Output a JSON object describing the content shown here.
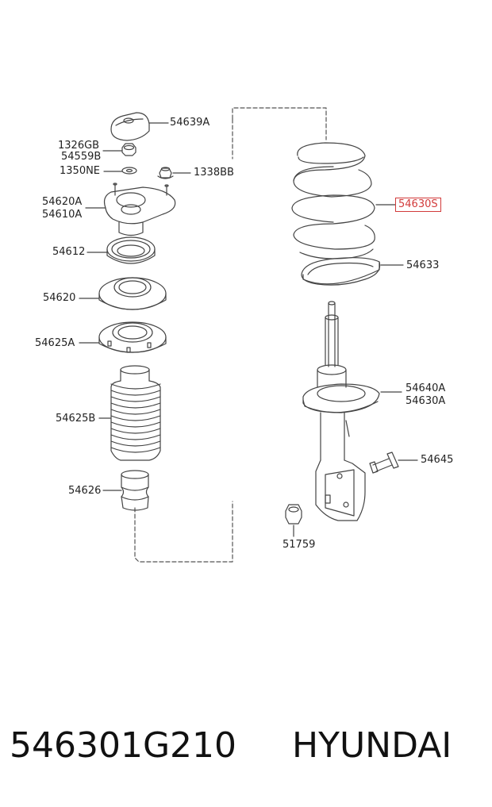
{
  "labels": {
    "l54639A": "54639A",
    "l1326GB": "1326GB",
    "l54559B": "54559B",
    "l1350NE": "1350NE",
    "l1338BB": "1338BB",
    "l54620A": "54620A",
    "l54610A": "54610A",
    "l54612": "54612",
    "l54620": "54620",
    "l54625A": "54625A",
    "l54625B": "54625B",
    "l54626": "54626",
    "l54630S": "54630S",
    "l54633": "54633",
    "l54640A": "54640A",
    "l54630A": "54630A",
    "l54645": "54645",
    "l51759": "51759"
  },
  "highlight_color": "#d23b3b",
  "footer": {
    "part_number": "546301G210",
    "brand": "HYUNDAI"
  }
}
